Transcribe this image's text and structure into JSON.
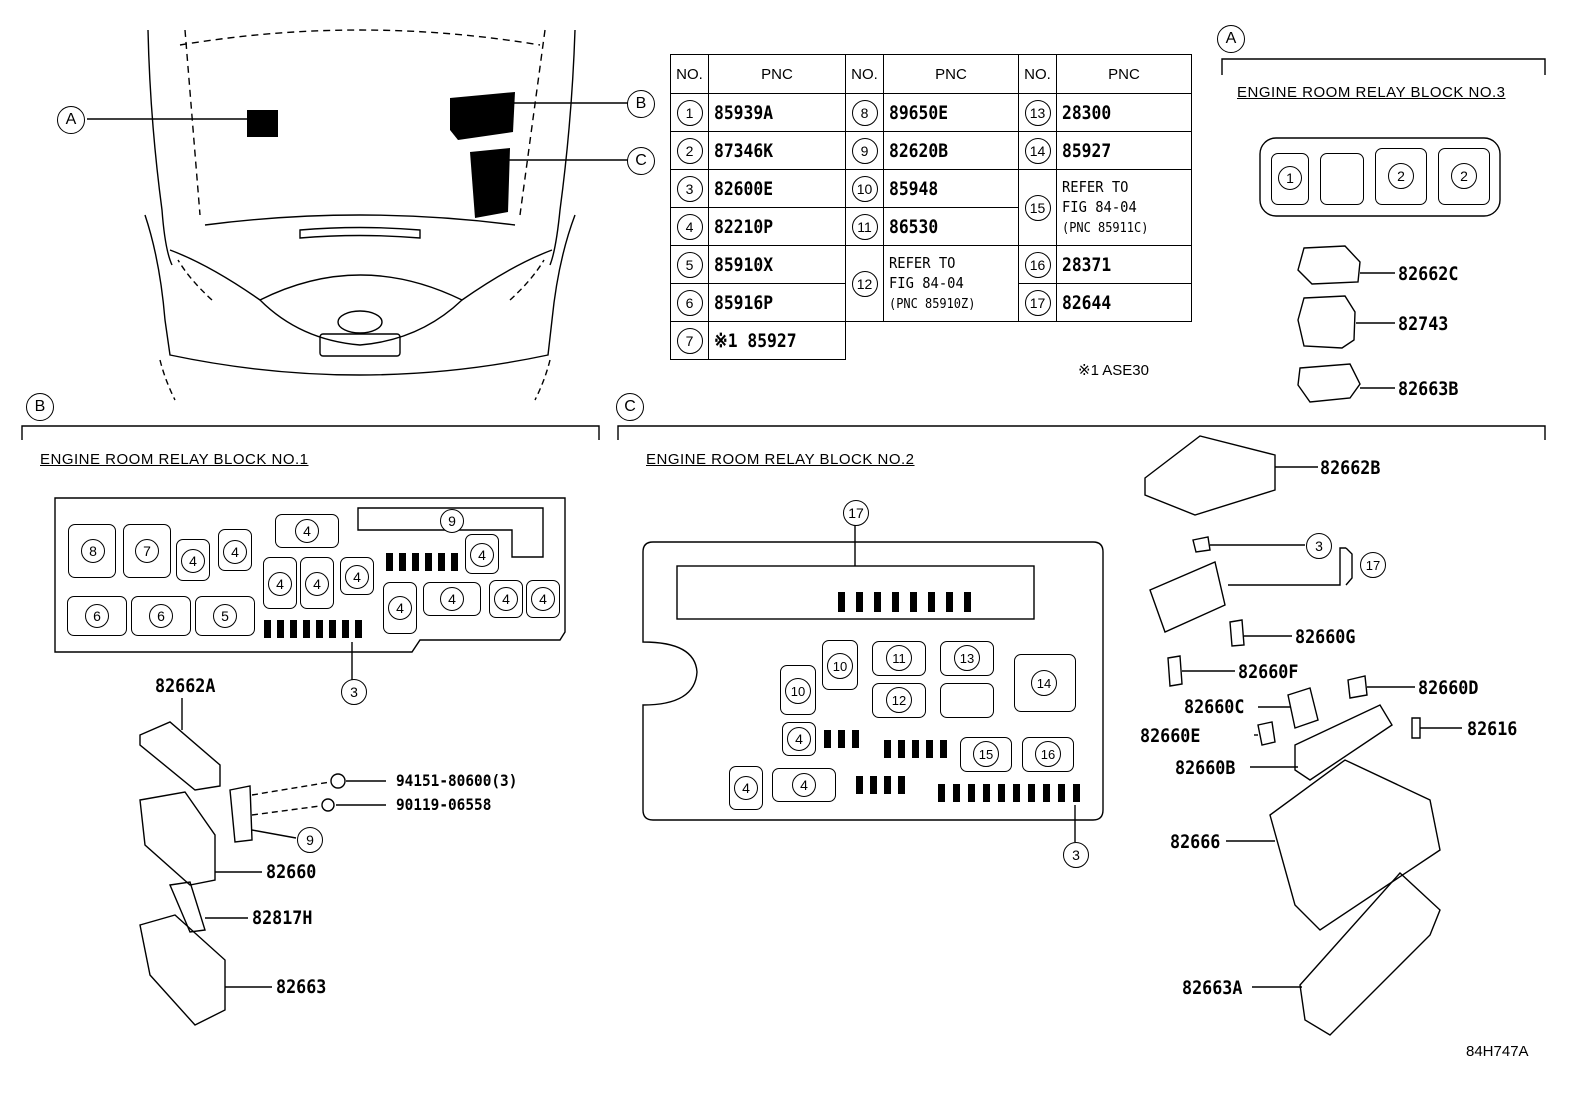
{
  "table": {
    "headers": {
      "no": "NO.",
      "pnc": "PNC"
    },
    "rows": [
      {
        "no": "1",
        "pnc": "85939A"
      },
      {
        "no": "2",
        "pnc": "87346K"
      },
      {
        "no": "3",
        "pnc": "82600E"
      },
      {
        "no": "4",
        "pnc": "82210P"
      },
      {
        "no": "5",
        "pnc": "85910X"
      },
      {
        "no": "6",
        "pnc": "85916P"
      },
      {
        "no": "7",
        "pnc": "※1 85927"
      },
      {
        "no": "8",
        "pnc": "89650E"
      },
      {
        "no": "9",
        "pnc": "82620B"
      },
      {
        "no": "10",
        "pnc": "85948"
      },
      {
        "no": "11",
        "pnc": "86530"
      },
      {
        "no": "12",
        "ref": [
          "REFER TO",
          "FIG 84-04",
          "(PNC 85910Z)"
        ]
      },
      {
        "no": "13",
        "pnc": "28300"
      },
      {
        "no": "14",
        "pnc": "85927"
      },
      {
        "no": "15",
        "ref": [
          "REFER TO",
          "FIG 84-04",
          "(PNC 85911C)"
        ]
      },
      {
        "no": "16",
        "pnc": "28371"
      },
      {
        "no": "17",
        "pnc": "82644"
      }
    ],
    "footnote": "※1 ASE30"
  },
  "callouts": {
    "a": "A",
    "b": "B",
    "c": "C"
  },
  "blocks": {
    "no1": "ENGINE ROOM RELAY BLOCK NO.1",
    "no2": "ENGINE ROOM RELAY BLOCK NO.2",
    "no3": "ENGINE ROOM RELAY BLOCK NO.3"
  },
  "parts_b": {
    "p82662A": "82662A",
    "p94151": "94151-80600(3)",
    "p90119": "90119-06558",
    "p82660": "82660",
    "p82817H": "82817H",
    "p82663": "82663"
  },
  "parts_a": {
    "p82662C": "82662C",
    "p82743": "82743",
    "p82663B": "82663B"
  },
  "parts_c": {
    "p82662B": "82662B",
    "p82660G": "82660G",
    "p82660F": "82660F",
    "p82660C": "82660C",
    "p82660D": "82660D",
    "p82660E": "82660E",
    "p82616": "82616",
    "p82660B": "82660B",
    "p82666": "82666",
    "p82663A": "82663A"
  },
  "nums": {
    "n1": "1",
    "n2": "2",
    "n3": "3",
    "n4": "4",
    "n5": "5",
    "n6": "6",
    "n7": "7",
    "n8": "8",
    "n9": "9",
    "n10": "10",
    "n11": "11",
    "n12": "12",
    "n13": "13",
    "n14": "14",
    "n15": "15",
    "n16": "16",
    "n17": "17"
  },
  "figure_code": "84H747A"
}
